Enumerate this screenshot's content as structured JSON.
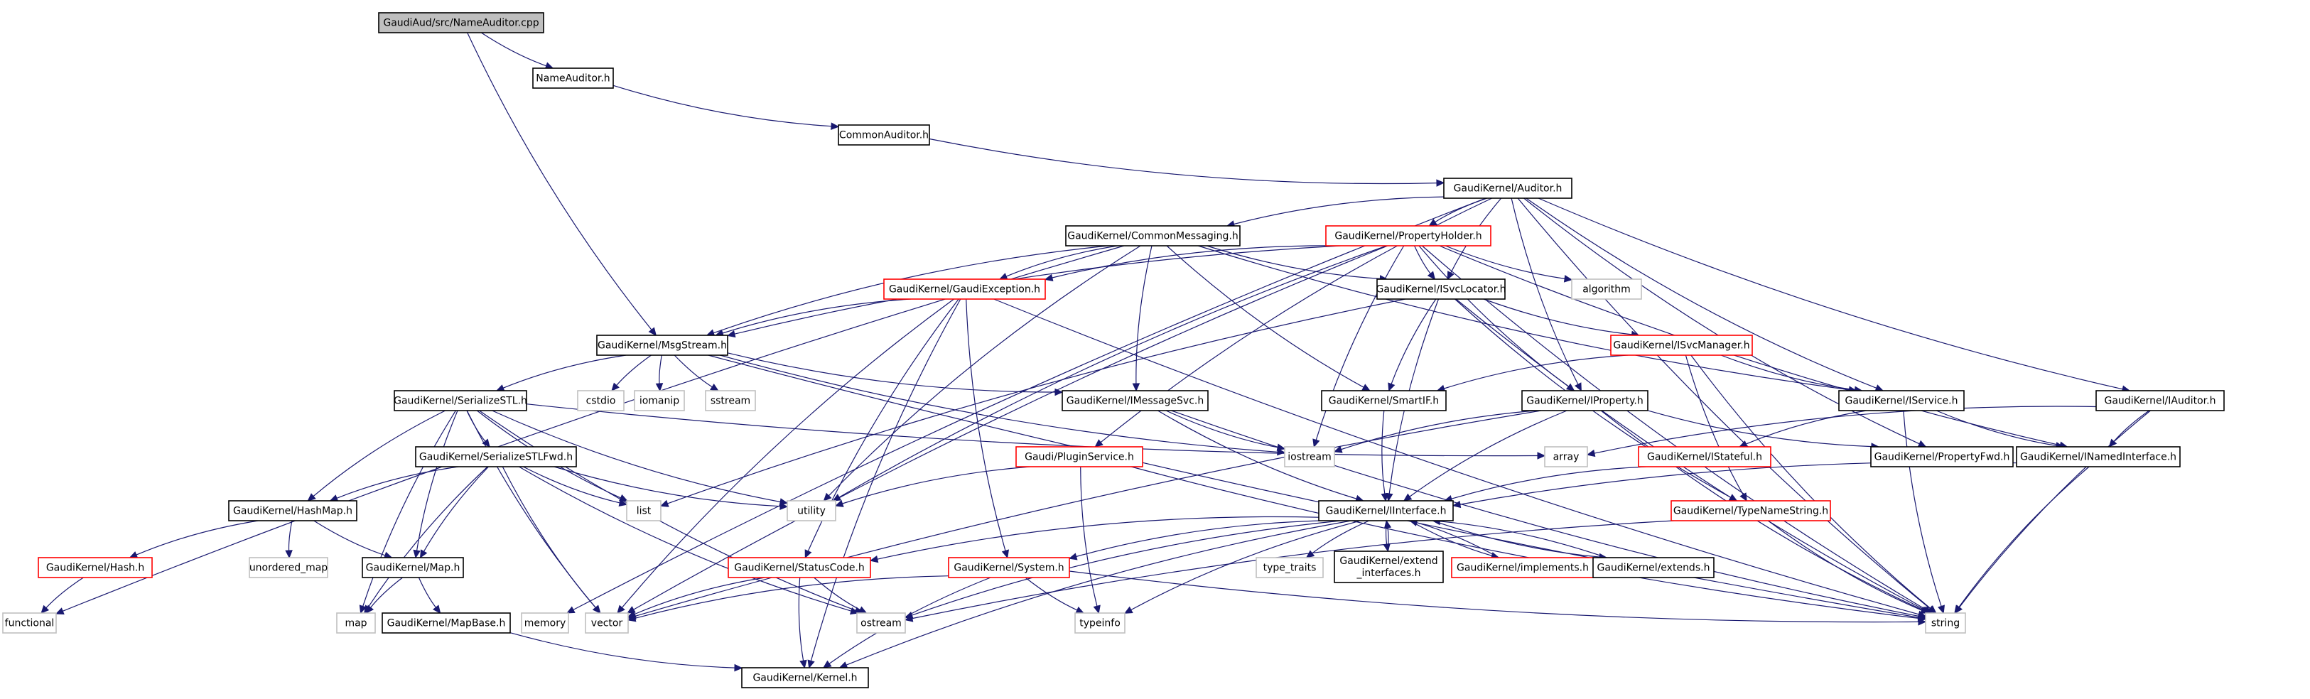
{
  "colors": {
    "edge": "#191970",
    "root_fill": "#bfbfbf",
    "root_border": "#000000",
    "normal_border": "#000000",
    "red_border": "#ff0000",
    "grey_border": "#bfbfbf",
    "text": "#000000"
  },
  "nodes": [
    {
      "id": "root",
      "lines": [
        "GaudiAud/src/NameAuditor.cpp"
      ],
      "style": "root"
    },
    {
      "id": "nameauditor",
      "lines": [
        "NameAuditor.h"
      ],
      "style": "normal"
    },
    {
      "id": "commonauditor",
      "lines": [
        "CommonAuditor.h"
      ],
      "style": "normal"
    },
    {
      "id": "auditor",
      "lines": [
        "GaudiKernel/Auditor.h"
      ],
      "style": "normal"
    },
    {
      "id": "commonmessaging",
      "lines": [
        "GaudiKernel/CommonMessaging.h"
      ],
      "style": "normal"
    },
    {
      "id": "propertyholder",
      "lines": [
        "GaudiKernel/PropertyHolder.h"
      ],
      "style": "red"
    },
    {
      "id": "gaudiexception",
      "lines": [
        "GaudiKernel/GaudiException.h"
      ],
      "style": "red"
    },
    {
      "id": "isvclocator",
      "lines": [
        "GaudiKernel/ISvcLocator.h"
      ],
      "style": "normal"
    },
    {
      "id": "algorithm",
      "lines": [
        "algorithm"
      ],
      "style": "grey"
    },
    {
      "id": "msgstream",
      "lines": [
        "GaudiKernel/MsgStream.h"
      ],
      "style": "normal"
    },
    {
      "id": "isvcmanager",
      "lines": [
        "GaudiKernel/ISvcManager.h"
      ],
      "style": "red"
    },
    {
      "id": "serializestl",
      "lines": [
        "GaudiKernel/SerializeSTL.h"
      ],
      "style": "normal"
    },
    {
      "id": "cstdio",
      "lines": [
        "cstdio"
      ],
      "style": "grey"
    },
    {
      "id": "iomanip",
      "lines": [
        "iomanip"
      ],
      "style": "grey"
    },
    {
      "id": "sstream",
      "lines": [
        "sstream"
      ],
      "style": "grey"
    },
    {
      "id": "imessagesvc",
      "lines": [
        "GaudiKernel/IMessageSvc.h"
      ],
      "style": "normal"
    },
    {
      "id": "smartif",
      "lines": [
        "GaudiKernel/SmartIF.h"
      ],
      "style": "normal"
    },
    {
      "id": "iproperty",
      "lines": [
        "GaudiKernel/IProperty.h"
      ],
      "style": "normal"
    },
    {
      "id": "iservice",
      "lines": [
        "GaudiKernel/IService.h"
      ],
      "style": "normal"
    },
    {
      "id": "iauditor",
      "lines": [
        "GaudiKernel/IAuditor.h"
      ],
      "style": "normal"
    },
    {
      "id": "serializestlfwd",
      "lines": [
        "GaudiKernel/SerializeSTLFwd.h"
      ],
      "style": "normal"
    },
    {
      "id": "pluginservice",
      "lines": [
        "Gaudi/PluginService.h"
      ],
      "style": "red"
    },
    {
      "id": "iostream",
      "lines": [
        "iostream"
      ],
      "style": "grey"
    },
    {
      "id": "array",
      "lines": [
        "array"
      ],
      "style": "grey"
    },
    {
      "id": "istateful",
      "lines": [
        "GaudiKernel/IStateful.h"
      ],
      "style": "red"
    },
    {
      "id": "propertyfwd",
      "lines": [
        "GaudiKernel/PropertyFwd.h"
      ],
      "style": "normal"
    },
    {
      "id": "inamedinterface",
      "lines": [
        "GaudiKernel/INamedInterface.h"
      ],
      "style": "normal"
    },
    {
      "id": "hashmap",
      "lines": [
        "GaudiKernel/HashMap.h"
      ],
      "style": "normal"
    },
    {
      "id": "list",
      "lines": [
        "list"
      ],
      "style": "grey"
    },
    {
      "id": "utility",
      "lines": [
        "utility"
      ],
      "style": "grey"
    },
    {
      "id": "iinterface",
      "lines": [
        "GaudiKernel/IInterface.h"
      ],
      "style": "normal"
    },
    {
      "id": "typenamestring",
      "lines": [
        "GaudiKernel/TypeNameString.h"
      ],
      "style": "red"
    },
    {
      "id": "hash",
      "lines": [
        "GaudiKernel/Hash.h"
      ],
      "style": "red"
    },
    {
      "id": "unordered_map",
      "lines": [
        "unordered_map"
      ],
      "style": "grey"
    },
    {
      "id": "map_h",
      "lines": [
        "GaudiKernel/Map.h"
      ],
      "style": "normal"
    },
    {
      "id": "statuscode",
      "lines": [
        "GaudiKernel/StatusCode.h"
      ],
      "style": "red"
    },
    {
      "id": "system",
      "lines": [
        "GaudiKernel/System.h"
      ],
      "style": "red"
    },
    {
      "id": "type_traits",
      "lines": [
        "type_traits"
      ],
      "style": "grey"
    },
    {
      "id": "extend_interfaces",
      "lines": [
        "GaudiKernel/extend",
        "_interfaces.h"
      ],
      "style": "normal"
    },
    {
      "id": "implements",
      "lines": [
        "GaudiKernel/implements.h"
      ],
      "style": "red"
    },
    {
      "id": "extends",
      "lines": [
        "GaudiKernel/extends.h"
      ],
      "style": "normal"
    },
    {
      "id": "functional",
      "lines": [
        "functional"
      ],
      "style": "grey"
    },
    {
      "id": "map",
      "lines": [
        "map"
      ],
      "style": "grey"
    },
    {
      "id": "mapbase",
      "lines": [
        "GaudiKernel/MapBase.h"
      ],
      "style": "normal"
    },
    {
      "id": "memory",
      "lines": [
        "memory"
      ],
      "style": "grey"
    },
    {
      "id": "vector",
      "lines": [
        "vector"
      ],
      "style": "grey"
    },
    {
      "id": "ostream",
      "lines": [
        "ostream"
      ],
      "style": "grey"
    },
    {
      "id": "typeinfo",
      "lines": [
        "typeinfo"
      ],
      "style": "grey"
    },
    {
      "id": "string",
      "lines": [
        "string"
      ],
      "style": "grey"
    },
    {
      "id": "kernel",
      "lines": [
        "GaudiKernel/Kernel.h"
      ],
      "style": "normal"
    }
  ],
  "edges": [
    [
      "root",
      "nameauditor"
    ],
    [
      "root",
      "msgstream"
    ],
    [
      "nameauditor",
      "commonauditor"
    ],
    [
      "commonauditor",
      "auditor"
    ],
    [
      "auditor",
      "commonmessaging"
    ],
    [
      "auditor",
      "propertyholder"
    ],
    [
      "auditor",
      "isvclocator"
    ],
    [
      "auditor",
      "iproperty"
    ],
    [
      "auditor",
      "iservice"
    ],
    [
      "auditor",
      "iauditor"
    ],
    [
      "auditor",
      "pluginservice"
    ],
    [
      "auditor",
      "propertyfwd"
    ],
    [
      "auditor",
      "string"
    ],
    [
      "auditor",
      "memory"
    ],
    [
      "commonmessaging",
      "gaudiexception"
    ],
    [
      "commonmessaging",
      "isvclocator"
    ],
    [
      "commonmessaging",
      "msgstream"
    ],
    [
      "commonmessaging",
      "imessagesvc"
    ],
    [
      "commonmessaging",
      "smartif"
    ],
    [
      "commonmessaging",
      "utility"
    ],
    [
      "commonmessaging",
      "iservice"
    ],
    [
      "commonmessaging",
      "functional"
    ],
    [
      "propertyholder",
      "gaudiexception"
    ],
    [
      "propertyholder",
      "isvclocator"
    ],
    [
      "propertyholder",
      "algorithm"
    ],
    [
      "propertyholder",
      "msgstream"
    ],
    [
      "propertyholder",
      "iproperty"
    ],
    [
      "propertyholder",
      "inamedinterface"
    ],
    [
      "propertyholder",
      "iostream"
    ],
    [
      "propertyholder",
      "string"
    ],
    [
      "propertyholder",
      "utility"
    ],
    [
      "propertyholder",
      "vector"
    ],
    [
      "gaudiexception",
      "msgstream"
    ],
    [
      "gaudiexception",
      "statuscode"
    ],
    [
      "gaudiexception",
      "system"
    ],
    [
      "gaudiexception",
      "kernel"
    ],
    [
      "gaudiexception",
      "string"
    ],
    [
      "gaudiexception",
      "vector"
    ],
    [
      "isvclocator",
      "isvcmanager"
    ],
    [
      "isvclocator",
      "smartif"
    ],
    [
      "isvclocator",
      "iinterface"
    ],
    [
      "isvclocator",
      "typenamestring"
    ],
    [
      "isvclocator",
      "list"
    ],
    [
      "isvclocator",
      "string"
    ],
    [
      "msgstream",
      "serializestl"
    ],
    [
      "msgstream",
      "imessagesvc"
    ],
    [
      "msgstream",
      "cstdio"
    ],
    [
      "msgstream",
      "iomanip"
    ],
    [
      "msgstream",
      "sstream"
    ],
    [
      "msgstream",
      "iostream"
    ],
    [
      "msgstream",
      "string"
    ],
    [
      "isvcmanager",
      "smartif"
    ],
    [
      "isvcmanager",
      "iservice"
    ],
    [
      "isvcmanager",
      "typenamestring"
    ],
    [
      "isvcmanager",
      "string"
    ],
    [
      "serializestl",
      "serializestlfwd"
    ],
    [
      "serializestl",
      "hashmap"
    ],
    [
      "serializestl",
      "map_h"
    ],
    [
      "serializestl",
      "array"
    ],
    [
      "serializestl",
      "list"
    ],
    [
      "serializestl",
      "map"
    ],
    [
      "serializestl",
      "utility"
    ],
    [
      "serializestl",
      "vector"
    ],
    [
      "serializestl",
      "ostream"
    ],
    [
      "imessagesvc",
      "iinterface"
    ],
    [
      "imessagesvc",
      "iostream"
    ],
    [
      "imessagesvc",
      "string"
    ],
    [
      "smartif",
      "iinterface"
    ],
    [
      "iproperty",
      "iinterface"
    ],
    [
      "iproperty",
      "propertyfwd"
    ],
    [
      "iproperty",
      "iostream"
    ],
    [
      "iproperty",
      "string"
    ],
    [
      "iproperty",
      "vector"
    ],
    [
      "iservice",
      "inamedinterface"
    ],
    [
      "iservice",
      "istateful"
    ],
    [
      "iservice",
      "string"
    ],
    [
      "iauditor",
      "inamedinterface"
    ],
    [
      "iauditor",
      "array"
    ],
    [
      "iauditor",
      "string"
    ],
    [
      "serializestlfwd",
      "hashmap"
    ],
    [
      "serializestlfwd",
      "map_h"
    ],
    [
      "serializestlfwd",
      "list"
    ],
    [
      "serializestlfwd",
      "map"
    ],
    [
      "serializestlfwd",
      "utility"
    ],
    [
      "serializestlfwd",
      "vector"
    ],
    [
      "serializestlfwd",
      "ostream"
    ],
    [
      "pluginservice",
      "typeinfo"
    ],
    [
      "pluginservice",
      "utility"
    ],
    [
      "pluginservice",
      "string"
    ],
    [
      "istateful",
      "iinterface"
    ],
    [
      "inamedinterface",
      "iinterface"
    ],
    [
      "inamedinterface",
      "string"
    ],
    [
      "hashmap",
      "hash"
    ],
    [
      "hashmap",
      "unordered_map"
    ],
    [
      "hashmap",
      "map_h"
    ],
    [
      "iinterface",
      "statuscode"
    ],
    [
      "iinterface",
      "system"
    ],
    [
      "iinterface",
      "type_traits"
    ],
    [
      "iinterface",
      "extend_interfaces"
    ],
    [
      "iinterface",
      "implements"
    ],
    [
      "iinterface",
      "extends"
    ],
    [
      "iinterface",
      "kernel"
    ],
    [
      "iinterface",
      "ostream"
    ],
    [
      "iinterface",
      "typeinfo"
    ],
    [
      "typenamestring",
      "string"
    ],
    [
      "typenamestring",
      "ostream"
    ],
    [
      "hash",
      "functional"
    ],
    [
      "map_h",
      "map"
    ],
    [
      "map_h",
      "mapbase"
    ],
    [
      "statuscode",
      "kernel"
    ],
    [
      "statuscode",
      "ostream"
    ],
    [
      "statuscode",
      "vector"
    ],
    [
      "system",
      "kernel"
    ],
    [
      "system",
      "typeinfo"
    ],
    [
      "system",
      "string"
    ],
    [
      "system",
      "vector"
    ],
    [
      "extend_interfaces",
      "iinterface"
    ],
    [
      "implements",
      "iinterface"
    ],
    [
      "extends",
      "iinterface"
    ],
    [
      "mapbase",
      "kernel"
    ]
  ]
}
